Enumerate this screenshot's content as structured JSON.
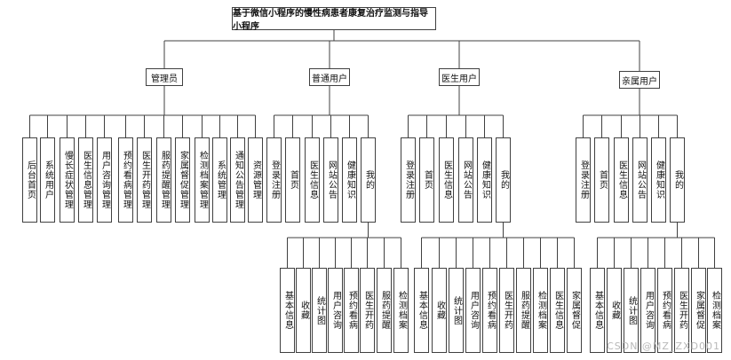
{
  "root": {
    "label": "基于微信小程序的慢性病患者康复治疗监测与指导小程序"
  },
  "admin": {
    "label": "管理员",
    "children": [
      "后台首页",
      "系统用户",
      "慢长症状管理",
      "医生信息管理",
      "用户咨询管理",
      "预约看病管理",
      "医生开药管理",
      "服药提醒管理",
      "家属督促管理",
      "检测档案管理",
      "系统管理",
      "通知公告管理",
      "资源管理"
    ]
  },
  "user": {
    "label": "普通用户",
    "children": [
      "登录注册",
      "首页",
      "医生信息",
      "网站公告",
      "健康知识",
      "我的"
    ],
    "mine_children": [
      "基本信息",
      "收藏",
      "统计图",
      "用户咨询",
      "预约看病",
      "医生开药",
      "服药提醒",
      "检测档案"
    ]
  },
  "doctor": {
    "label": "医生用户",
    "children": [
      "登录注册",
      "首页",
      "医生信息",
      "网站公告",
      "健康知识",
      "我的"
    ],
    "mine_children": [
      "基本信息",
      "收藏",
      "统计图",
      "用户咨询",
      "预约看病",
      "医生开药",
      "服药提醒",
      "检测档案",
      "医生信息",
      "家属督促"
    ]
  },
  "family": {
    "label": "亲属用户",
    "children": [
      "登录注册",
      "首页",
      "医生信息",
      "网站公告",
      "健康知识",
      "我的"
    ],
    "mine_children": [
      "基本信息",
      "收藏",
      "统计图",
      "用户咨询",
      "预约看病",
      "医生开药",
      "家属督促",
      "检测档案"
    ]
  },
  "watermark": "CSDN @MZ_ZXD001"
}
